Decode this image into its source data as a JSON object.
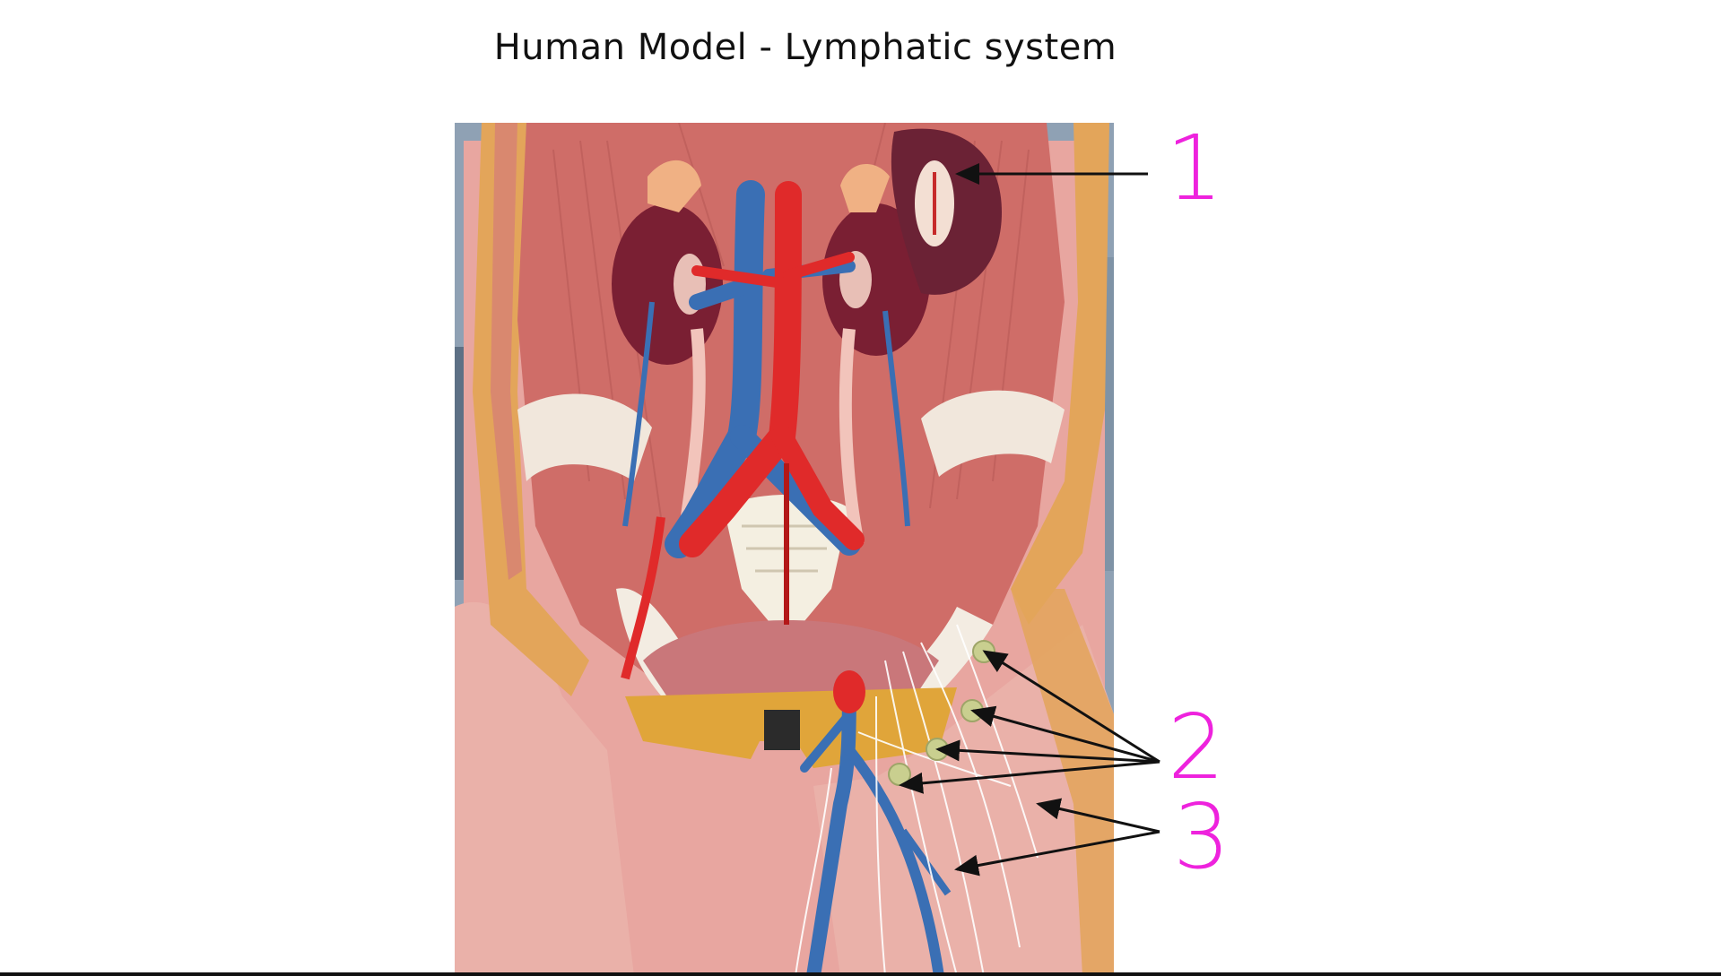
{
  "slide": {
    "title": "Human Model - Lymphatic system"
  },
  "labels": [
    {
      "number": "1"
    },
    {
      "number": "2"
    },
    {
      "number": "3"
    }
  ],
  "colors": {
    "label_ink": "#ee22dd",
    "arrow_ink": "#111111",
    "vein_blue": "#3a6fb4",
    "artery_red": "#e02a2a",
    "lymph_node": "#c9cf8f"
  }
}
